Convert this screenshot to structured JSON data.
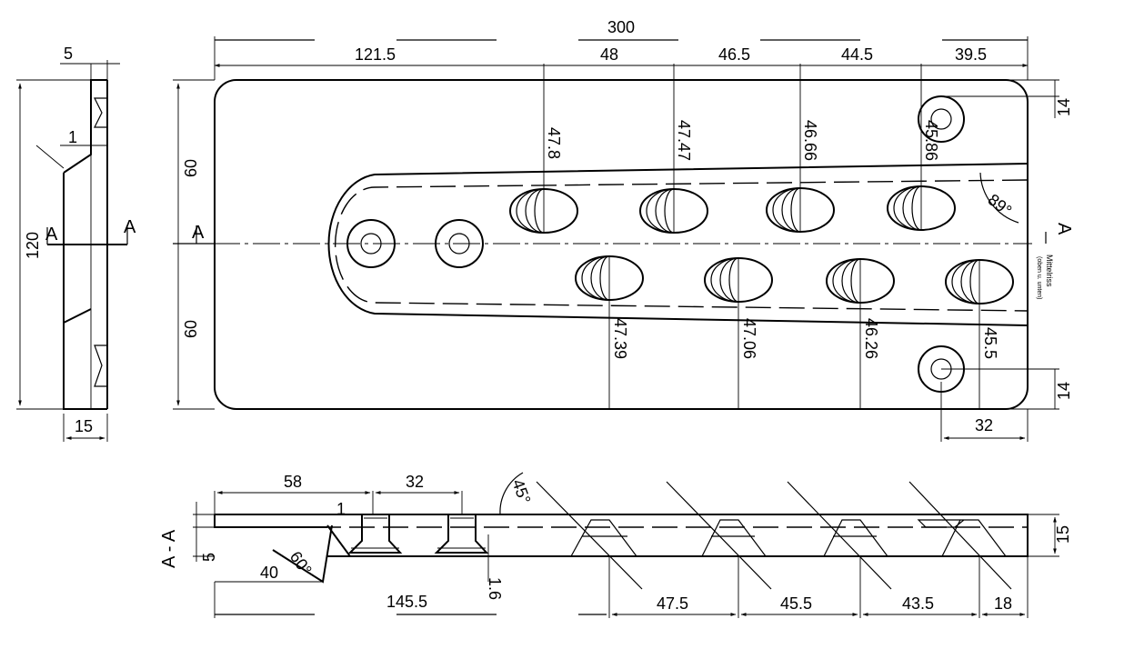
{
  "drawing": {
    "top_view": {
      "overall_length": "300",
      "segments": [
        "121.5",
        "48",
        "46.5",
        "44.5",
        "39.5"
      ],
      "half_widths": [
        "60",
        "60"
      ],
      "corner_offset_top": "14",
      "corner_offset_bottom": "14",
      "corner_hole_distance": "32",
      "angle": "89°",
      "upper_lengths": [
        "47.8",
        "47.47",
        "46.66",
        "45.86"
      ],
      "lower_lengths": [
        "47.39",
        "47.06",
        "46.26",
        "45.5"
      ],
      "section_marker": "A",
      "note_title": "Mittelriss",
      "note_sub": "(oben u. unten)"
    },
    "side_view": {
      "top_width": "5",
      "detail_offset": "1",
      "total_height": "120",
      "thickness": "15",
      "section_marker": "A"
    },
    "section_view": {
      "title": "A - A",
      "dim_58": "58",
      "dim_32": "32",
      "dim_1": "1",
      "dim_5": "5",
      "angle_60": "60°",
      "dim_40": "40",
      "angle_45": "45°",
      "dim_145_5": "145.5",
      "dim_1_6": "1.6",
      "bottom_spacings": [
        "47.5",
        "45.5",
        "43.5",
        "18"
      ],
      "thickness": "15"
    }
  }
}
